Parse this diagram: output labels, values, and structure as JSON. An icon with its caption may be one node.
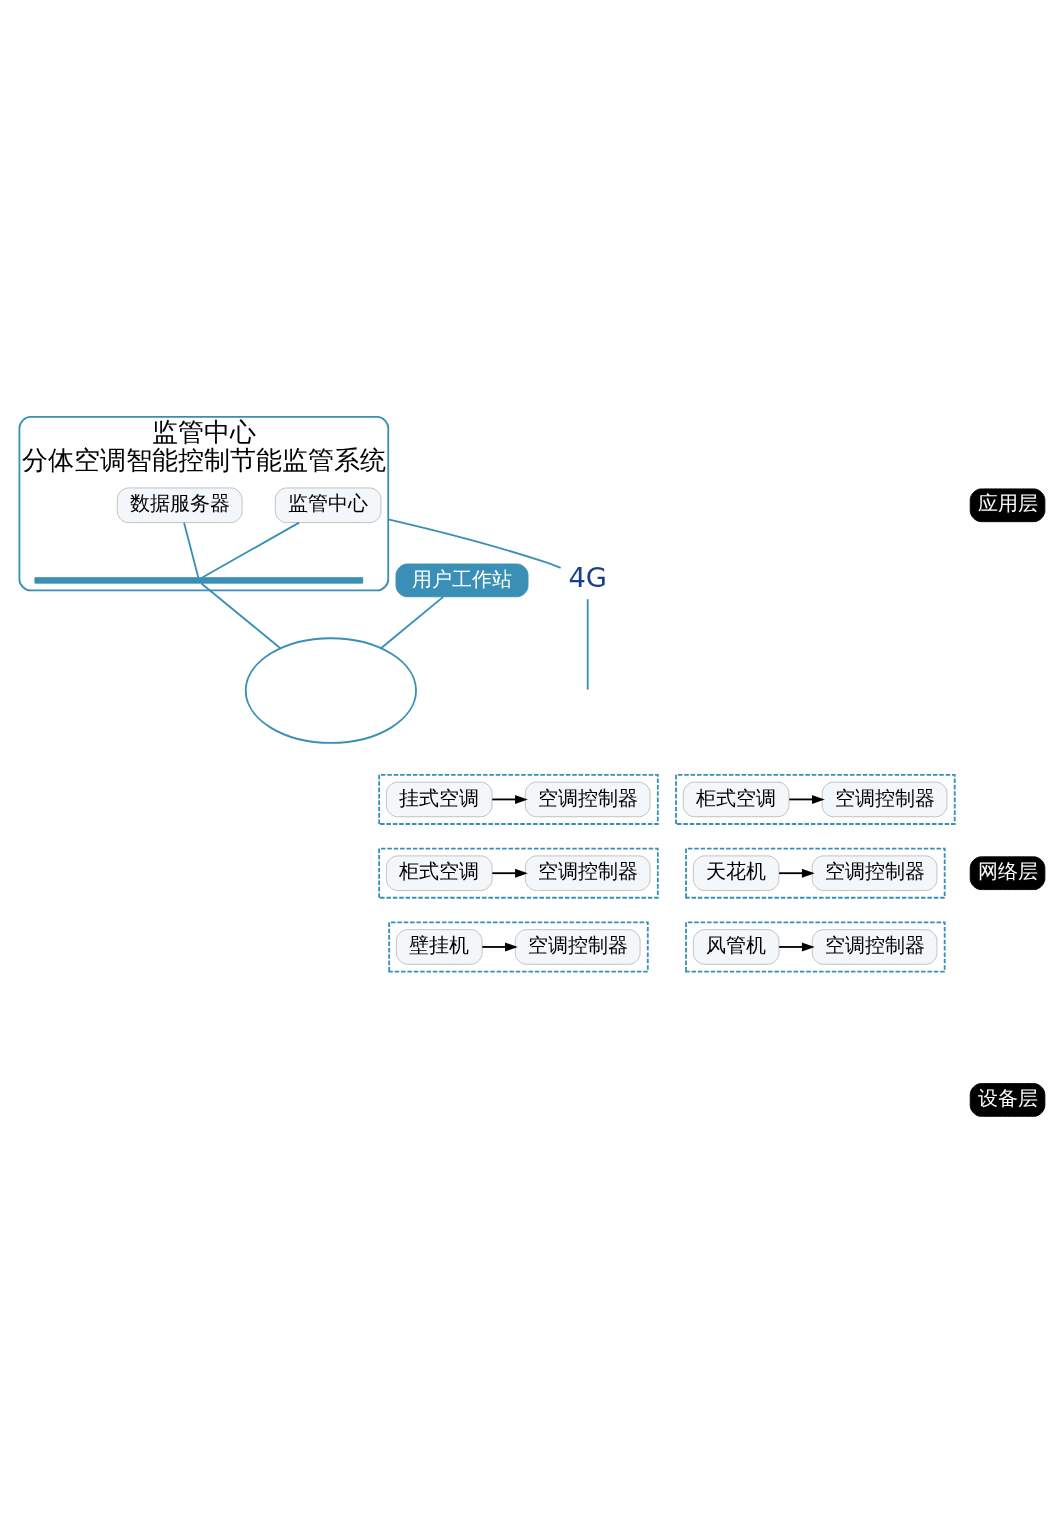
{
  "diagram": {
    "nodes": [
      {
        "text": [
          "监管中心",
          "分体空调智能控制节能监管系统"
        ]
      },
      {
        "text": [
          "监管中心"
        ],
        "in": 0
      },
      {
        "text": [
          "数据服务器"
        ],
        "in": 0
      },
      {
        "text": [],
        "shape": "bar",
        "in": 0
      },
      {
        "text": [
          "用户工作站"
        ]
      },
      {
        "text": [],
        "shape": "cloud"
      },
      {
        "text": [
          "4G"
        ]
      },
      {
        "text": [],
        "shape": "box"
      },
      {
        "text": [
          "挂式空调"
        ],
        "in": 7
      },
      {
        "text": [
          "空调控制器"
        ],
        "in": 7
      },
      {
        "text": [],
        "shape": "box"
      },
      {
        "text": [
          "柜式空调"
        ],
        "in": 10
      },
      {
        "text": [
          "空调控制器"
        ],
        "in": 10
      },
      {
        "text": [],
        "shape": "box"
      },
      {
        "text": [
          "柜式空调"
        ],
        "in": 13
      },
      {
        "text": [
          "空调控制器"
        ],
        "in": 13
      },
      {
        "text": [],
        "shape": "box"
      },
      {
        "text": [
          "天花机"
        ],
        "in": 16
      },
      {
        "text": [
          "空调控制器"
        ],
        "in": 16
      },
      {
        "text": [],
        "shape": "box"
      },
      {
        "text": [
          "壁挂机"
        ],
        "in": 19
      },
      {
        "text": [
          "空调控制器"
        ],
        "in": 19
      },
      {
        "text": [],
        "shape": "box"
      },
      {
        "text": [
          "风管机"
        ],
        "in": 22
      },
      {
        "text": [
          "空调控制器"
        ],
        "in": 22
      }
    ],
    "edges": [
      {
        "from": 1,
        "to": 3,
        "arrow": "none"
      },
      {
        "from": 2,
        "to": 3,
        "arrow": "none"
      },
      {
        "from": 3,
        "to": 5,
        "arrow": "none"
      },
      {
        "from": 4,
        "to": 5,
        "arrow": "none"
      },
      {
        "from": 0,
        "to": 6,
        "arrow": "none"
      },
      {
        "from": 6,
        "to": null,
        "arrow": "none"
      },
      {
        "from": 8,
        "to": 9,
        "arrow": "to",
        "color": "#000000"
      },
      {
        "from": 11,
        "to": 12,
        "arrow": "to",
        "color": "#000000"
      },
      {
        "from": 14,
        "to": 15,
        "arrow": "to",
        "color": "#000000"
      },
      {
        "from": 17,
        "to": 18,
        "arrow": "to",
        "color": "#000000"
      },
      {
        "from": 20,
        "to": 21,
        "arrow": "to",
        "color": "#000000"
      },
      {
        "from": 23,
        "to": 24,
        "arrow": "to",
        "color": "#000000"
      }
    ],
    "labels": [
      "应用层",
      "网络层",
      "设备层"
    ]
  }
}
